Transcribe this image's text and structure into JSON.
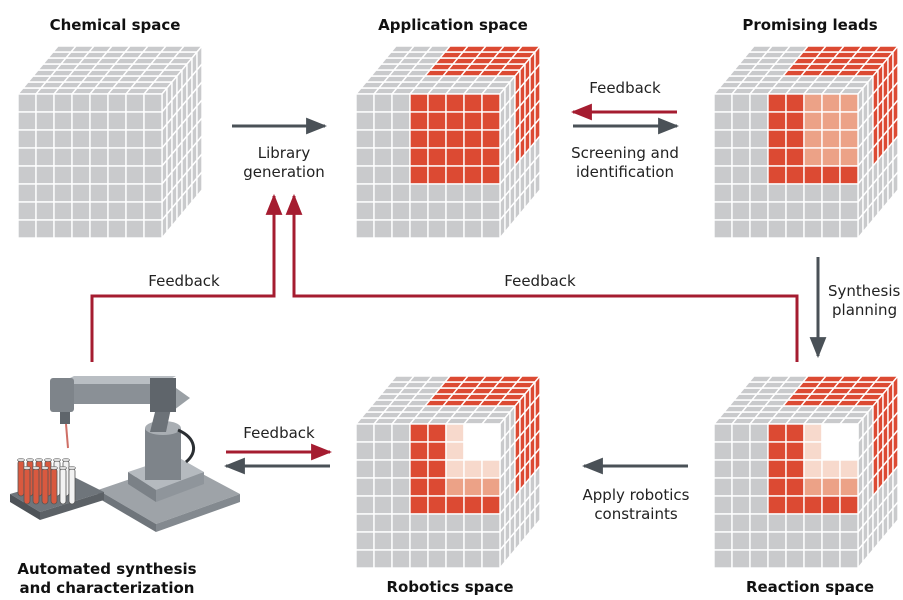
{
  "titles": {
    "chemical": "Chemical space",
    "application": "Application space",
    "promising": "Promising leads",
    "robotics": "Robotics space",
    "reaction": "Reaction space",
    "automated_1": "Automated synthesis",
    "automated_2": "and characterization"
  },
  "labels": {
    "library_1": "Library",
    "library_2": "generation",
    "feedback_top": "Feedback",
    "screening_1": "Screening and",
    "screening_2": "identification",
    "synthesis_1": "Synthesis",
    "synthesis_2": "planning",
    "feedback_left": "Feedback",
    "feedback_center": "Feedback",
    "feedback_robot": "Feedback",
    "apply_1": "Apply robotics",
    "apply_2": "constraints"
  },
  "colors": {
    "grey": "#c9cacc",
    "grey_grid": "#ffffff",
    "red": "#dc4a33",
    "light_red": "#eca287",
    "pale_red": "#f7d9cc",
    "feedback_arrow": "#a51c30",
    "forward_arrow": "#4a5157"
  },
  "icons": {
    "robot": "robot-arm-icon",
    "tubes": "test-tubes-icon"
  }
}
